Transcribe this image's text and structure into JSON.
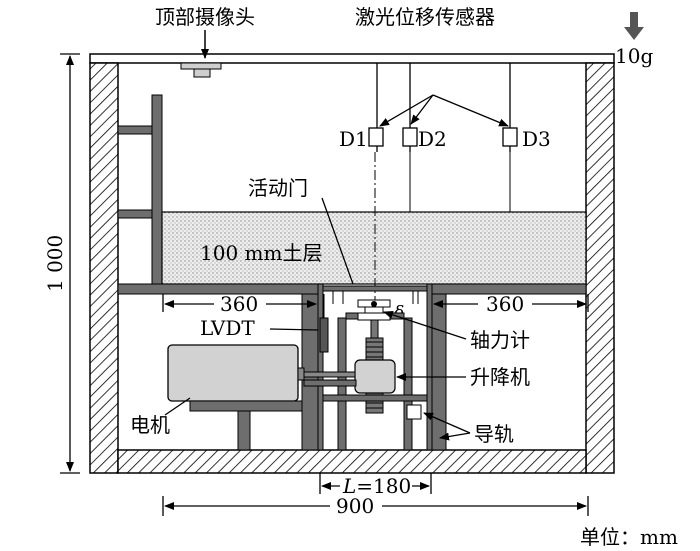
{
  "labels": {
    "top_camera": "顶部摄像头",
    "laser_sensor": "激光位移传感器",
    "gravity": "10g",
    "d1": "D1",
    "d2": "D2",
    "d3": "D3",
    "trapdoor": "活动门",
    "soil_layer": "100 mm土层",
    "lvdt": "LVDT",
    "load_cell": "轴力计",
    "lift": "升降机",
    "motor": "电机",
    "rail": "导轨",
    "delta": "δ",
    "unit": "单位：mm"
  },
  "dimensions": {
    "height": "1 000",
    "left_span": "360",
    "right_span": "360",
    "door_width_symbol": "L",
    "door_width_value": "=180",
    "total_width": "900"
  },
  "colors": {
    "steel": "#6e6e6e",
    "soil": "#e8e8e8",
    "motor": "#d2d2d2",
    "line": "#000000"
  }
}
